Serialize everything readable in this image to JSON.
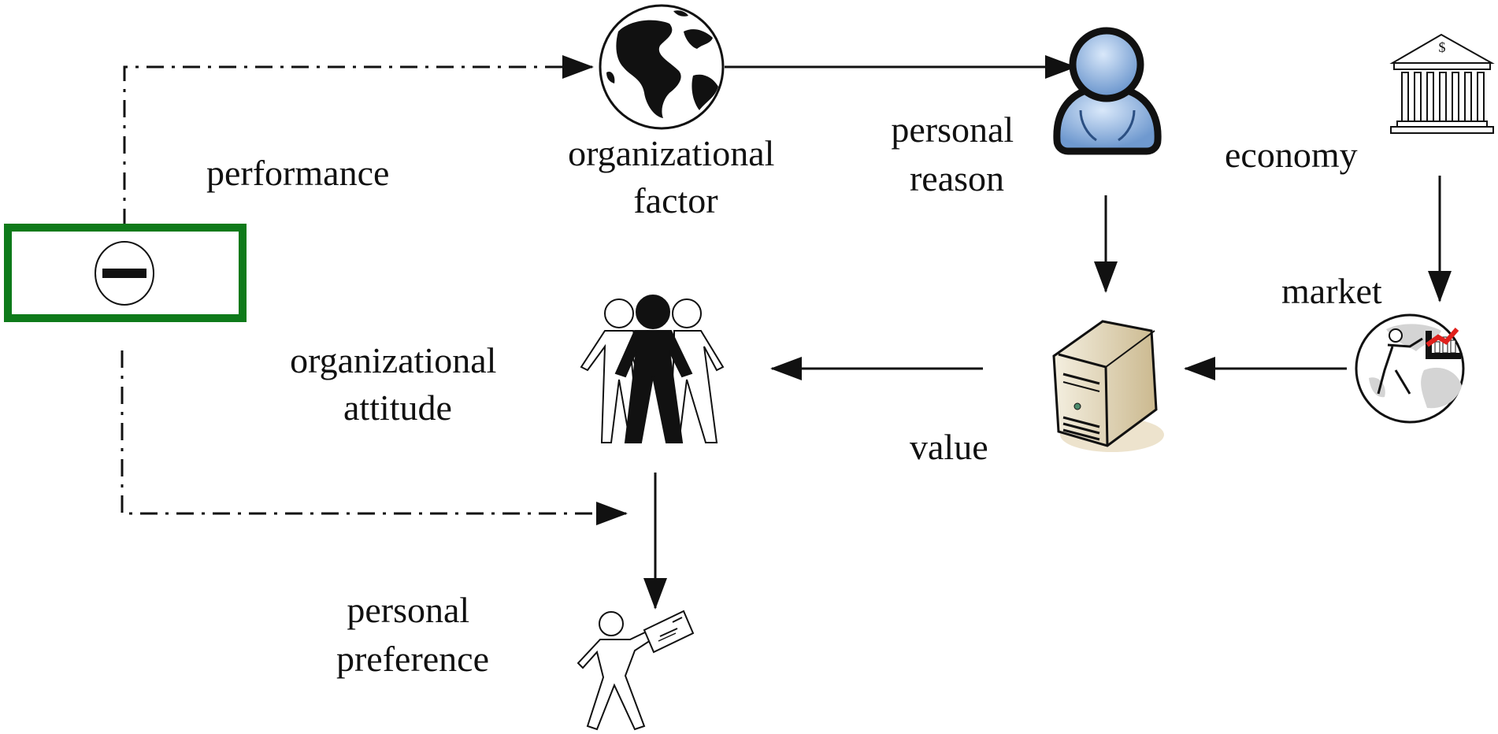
{
  "labels": {
    "performance": "performance",
    "organizational_factor": [
      "organizational",
      "factor"
    ],
    "personal_reason": [
      "personal",
      "reason"
    ],
    "economy": "economy",
    "market": "market",
    "organizational_attitude": [
      "organizational",
      "attitude"
    ],
    "value": "value",
    "personal_preference": [
      "personal",
      "preference"
    ],
    "bank_sign": "$"
  },
  "icons": {
    "regulator": "minus-circle-icon",
    "organizational_factor": "globe-icon",
    "personal_reason": "user-icon",
    "economy": "bank-icon",
    "market": "globe-market-chart-icon",
    "value": "server-icon",
    "organizational_attitude": "group-people-icon",
    "personal_preference": "walking-man-envelope-icon"
  },
  "colors": {
    "regulator_border": "#0e7a1a",
    "user_fill": "#8fb5e2",
    "chart_red": "#e0201c",
    "server_fill": "#e8dcc0",
    "line": "#111111"
  }
}
